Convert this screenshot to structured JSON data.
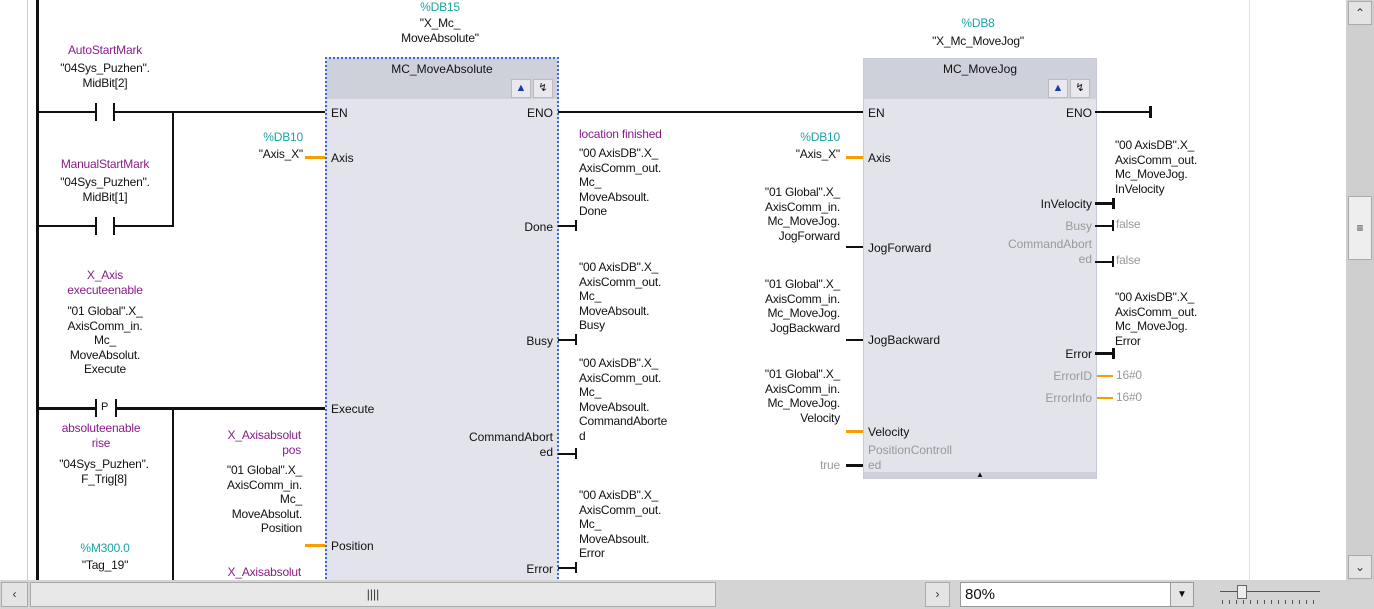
{
  "rung_left": {
    "contact1": {
      "comment": "AutoStartMark",
      "tag": "\"04Sys_Puzhen\".\nMidBit[2]"
    },
    "contact2": {
      "comment": "ManualStartMark",
      "tag": "\"04Sys_Puzhen\".\nMidBit[1]"
    },
    "exec_tag": {
      "comment": "X_Axis\nexecuteenable",
      "tag": "\"01 Global\".X_\nAxisComm_in.\nMc_\nMoveAbsolut.\nExecute"
    },
    "p_contact": {
      "symbol": "P",
      "comment": "absoluteenable\nrise",
      "tag": "\"04Sys_Puzhen\".\nF_Trig[8]",
      "addr": "%M300.0",
      "addr_tag": "\"Tag_19\""
    },
    "position_tag": {
      "comment": "X_Axisabsolut\npos",
      "tag": "\"01 Global\".X_\nAxisComm_in.\nMc_\nMoveAbsolut.\nPosition"
    },
    "velocity_comment": "X_Axisabsolut"
  },
  "block1": {
    "db": "%DB15",
    "instance": "\"X_Mc_\nMoveAbsolute\"",
    "title": "MC_MoveAbsolute",
    "axis_db": "%DB10",
    "axis_tag": "\"Axis_X\"",
    "pins_in": [
      "EN",
      "Axis",
      "Execute",
      "Position"
    ],
    "pins_out": [
      "ENO",
      "Done",
      "Busy",
      "CommandAbort\ned",
      "Error"
    ],
    "out_done_comment": "location finished",
    "out_done": "\"00 AxisDB\".X_\nAxisComm_out.\nMc_\nMoveAbsoult.\nDone",
    "out_busy": "\"00 AxisDB\".X_\nAxisComm_out.\nMc_\nMoveAbsoult.\nBusy",
    "out_aborted": "\"00 AxisDB\".X_\nAxisComm_out.\nMc_\nMoveAbsoult.\nCommandAborte\nd",
    "out_error": "\"00 AxisDB\".X_\nAxisComm_out.\nMc_\nMoveAbsoult.\nError"
  },
  "block2": {
    "db": "%DB8",
    "instance": "\"X_Mc_MoveJog\"",
    "title": "MC_MoveJog",
    "axis_db": "%DB10",
    "axis_tag": "\"Axis_X\"",
    "pins_in": [
      "EN",
      "Axis",
      "JogForward",
      "JogBackward",
      "Velocity",
      "PositionControll\ned"
    ],
    "pins_out": [
      "ENO",
      "InVelocity",
      "Busy",
      "CommandAbort\ned",
      "Error",
      "ErrorID",
      "ErrorInfo"
    ],
    "in_jogfwd": "\"01 Global\".X_\nAxisComm_in.\nMc_MoveJog.\nJogForward",
    "in_jogbwd": "\"01 Global\".X_\nAxisComm_in.\nMc_MoveJog.\nJogBackward",
    "in_velocity": "\"01 Global\".X_\nAxisComm_in.\nMc_MoveJog.\nVelocity",
    "in_poscontrolled": "true",
    "out_invelocity": "\"00 AxisDB\".X_\nAxisComm_out.\nMc_MoveJog.\nInVelocity",
    "out_busy": "false",
    "out_aborted": "false",
    "out_error": "\"00 AxisDB\".X_\nAxisComm_out.\nMc_MoveJog.\nError",
    "out_errorid": "16#0",
    "out_errorinfo": "16#0"
  },
  "statusbar": {
    "scroll_grip": "||||",
    "zoom": "80%"
  },
  "colors": {
    "comment": "#8a1c8a",
    "address": "#1aa5a5",
    "wire_orange": "#f5a000",
    "block": "#e2e3eb"
  }
}
